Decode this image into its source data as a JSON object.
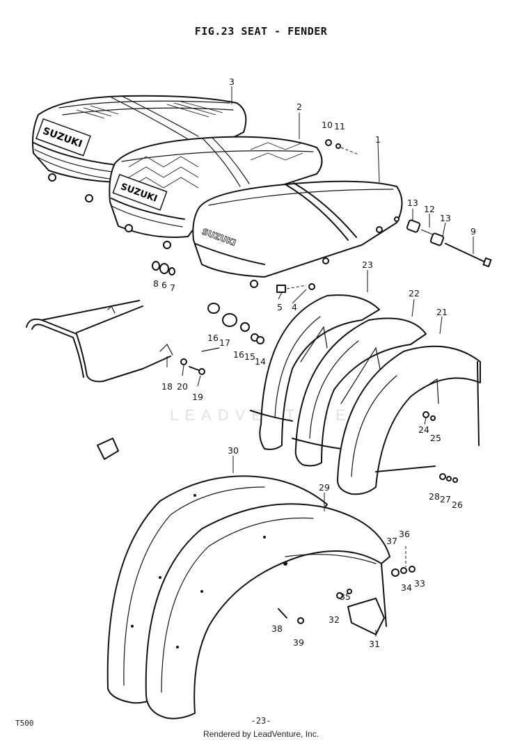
{
  "title": "FIG.23  SEAT - FENDER",
  "watermark": "LEADVENTURE",
  "brand_label": "SUZUKI",
  "footer": {
    "model": "T500",
    "page": "-23-",
    "credit": "Rendered by LeadVenture, Inc."
  },
  "callouts": [
    {
      "id": "1",
      "label": "1"
    },
    {
      "id": "2",
      "label": "2"
    },
    {
      "id": "3",
      "label": "3"
    },
    {
      "id": "4",
      "label": "4"
    },
    {
      "id": "5",
      "label": "5"
    },
    {
      "id": "6",
      "label": "6"
    },
    {
      "id": "7",
      "label": "7"
    },
    {
      "id": "8",
      "label": "8"
    },
    {
      "id": "9",
      "label": "9"
    },
    {
      "id": "10",
      "label": "10"
    },
    {
      "id": "11",
      "label": "11"
    },
    {
      "id": "12",
      "label": "12"
    },
    {
      "id": "13a",
      "label": "13"
    },
    {
      "id": "13b",
      "label": "13"
    },
    {
      "id": "14",
      "label": "14"
    },
    {
      "id": "15",
      "label": "15"
    },
    {
      "id": "16a",
      "label": "16"
    },
    {
      "id": "16b",
      "label": "16"
    },
    {
      "id": "17",
      "label": "17"
    },
    {
      "id": "18",
      "label": "18"
    },
    {
      "id": "19",
      "label": "19"
    },
    {
      "id": "20",
      "label": "20"
    },
    {
      "id": "21",
      "label": "21"
    },
    {
      "id": "22",
      "label": "22"
    },
    {
      "id": "23",
      "label": "23"
    },
    {
      "id": "24",
      "label": "24"
    },
    {
      "id": "25",
      "label": "25"
    },
    {
      "id": "26",
      "label": "26"
    },
    {
      "id": "27",
      "label": "27"
    },
    {
      "id": "28",
      "label": "28"
    },
    {
      "id": "29",
      "label": "29"
    },
    {
      "id": "30",
      "label": "30"
    },
    {
      "id": "31",
      "label": "31"
    },
    {
      "id": "32",
      "label": "32"
    },
    {
      "id": "33",
      "label": "33"
    },
    {
      "id": "34",
      "label": "34"
    },
    {
      "id": "35",
      "label": "35"
    },
    {
      "id": "36",
      "label": "36"
    },
    {
      "id": "37",
      "label": "37"
    },
    {
      "id": "38",
      "label": "38"
    },
    {
      "id": "39",
      "label": "39"
    }
  ]
}
